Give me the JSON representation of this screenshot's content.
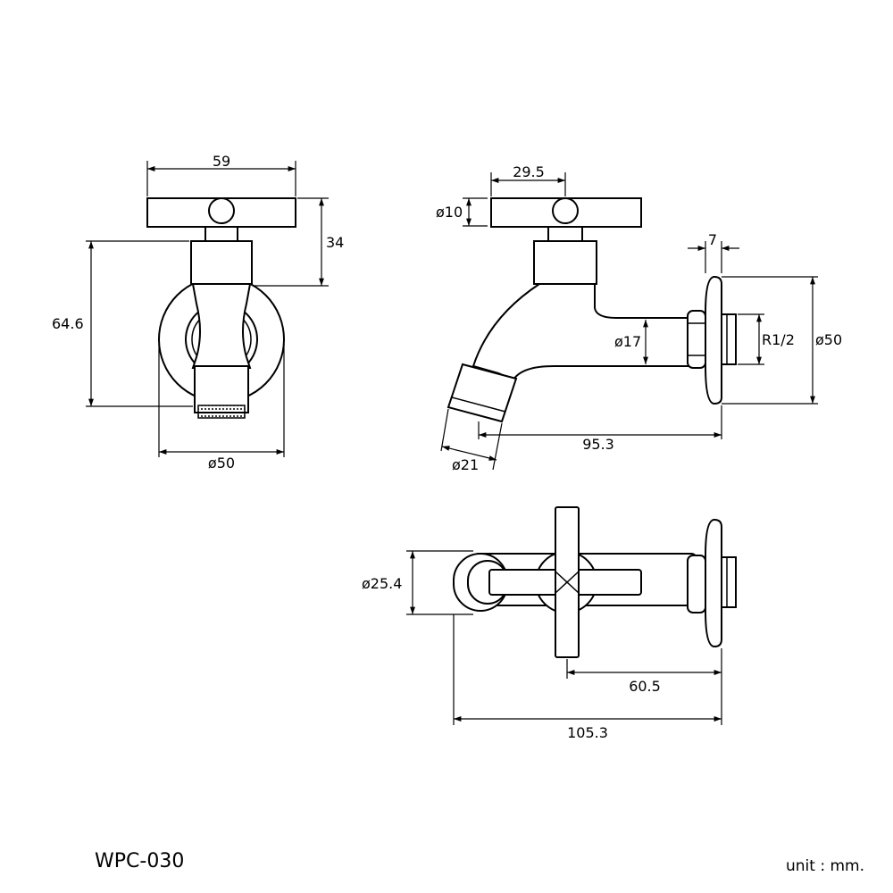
{
  "model": "WPC-030",
  "unit": "unit : mm.",
  "front_view": {
    "handle_width": "59",
    "handle_height": "34",
    "body_height": "64.6",
    "flange_diameter": "ø50"
  },
  "side_view": {
    "handle_offset": "29.5",
    "spindle_diameter": "ø10",
    "flange_thickness": "7",
    "pipe_diameter": "ø17",
    "thread": "R1/2",
    "flange_diameter": "ø50",
    "projection": "95.3",
    "outlet_diameter": "ø21"
  },
  "top_view": {
    "body_diameter": "ø25.4",
    "handle_to_wall": "60.5",
    "overall_length": "105.3"
  }
}
